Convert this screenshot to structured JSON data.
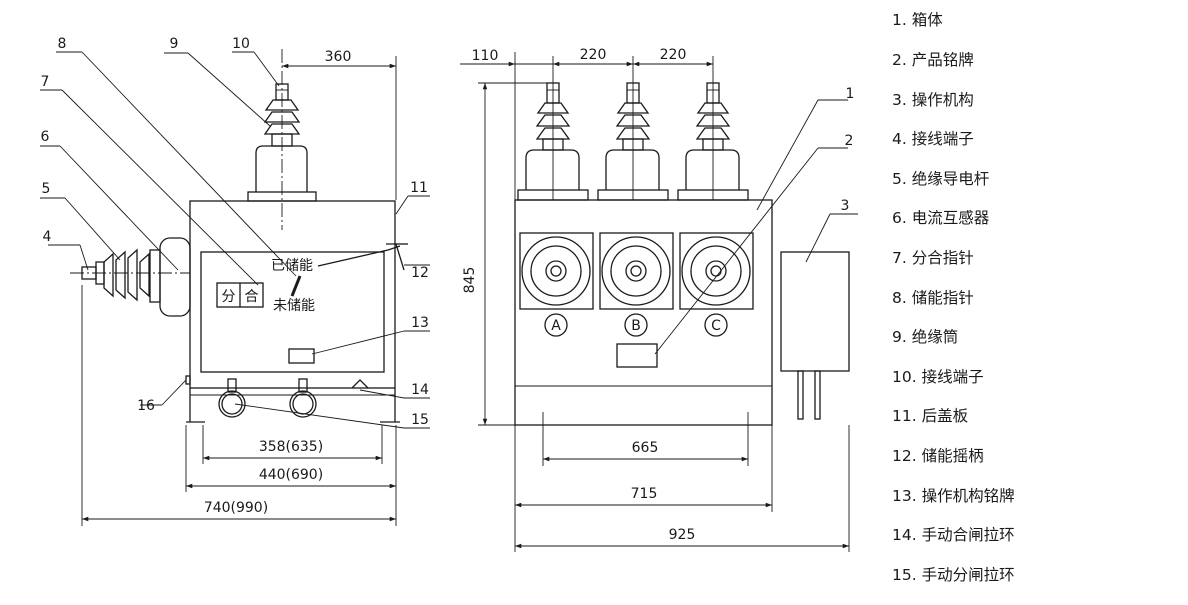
{
  "legend": [
    "1. 箱体",
    "2. 产品铭牌",
    "3. 操作机构",
    "4. 接线端子",
    "5. 绝缘导电杆",
    "6. 电流互感器",
    "7. 分合指针",
    "8. 储能指针",
    "9. 绝缘筒",
    "10. 接线端子",
    "11. 后盖板",
    "12. 储能摇柄",
    "13. 操作机构铭牌",
    "14. 手动合闸拉环",
    "15. 手动分闸拉环"
  ],
  "side_view": {
    "callouts": [
      "1",
      "2",
      "3",
      "4",
      "5",
      "6",
      "7",
      "8",
      "9",
      "10",
      "11",
      "12",
      "13",
      "14",
      "15",
      "16"
    ],
    "dims": {
      "top": "360",
      "d358": "358(635)",
      "d440": "440(690)",
      "d740": "740(990)"
    },
    "indicator": {
      "open": "分",
      "close": "合",
      "charged": "已储能",
      "uncharged": "未储能"
    }
  },
  "front_view": {
    "dims": {
      "left_offset": "110",
      "pitch1": "220",
      "pitch2": "220",
      "height": "845",
      "inner": "665",
      "body": "715",
      "overall": "925"
    },
    "phases": [
      "A",
      "B",
      "C"
    ]
  }
}
